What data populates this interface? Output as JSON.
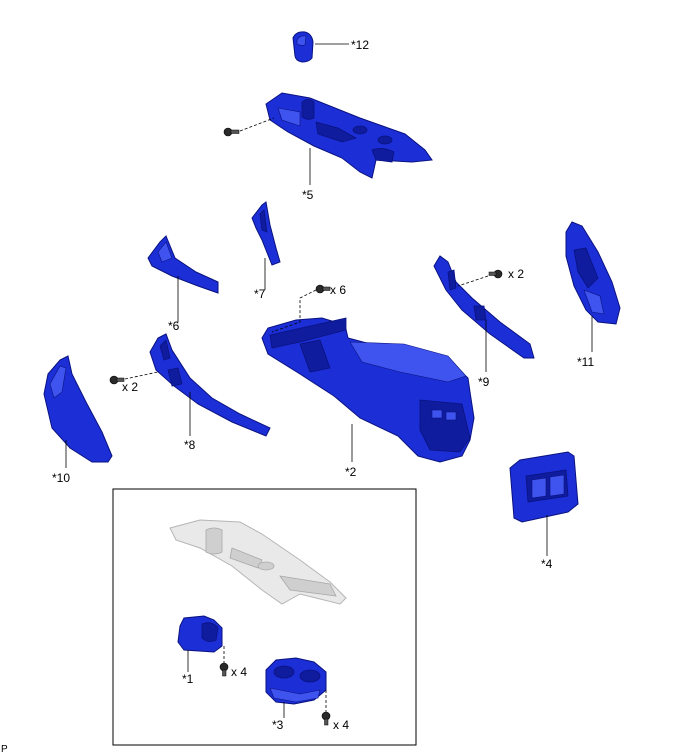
{
  "parts": {
    "p1": "*1",
    "p2": "*2",
    "p3": "*3",
    "p4": "*4",
    "p5": "*5",
    "p6": "*6",
    "p7": "*7",
    "p8": "*8",
    "p9": "*9",
    "p10": "*10",
    "p11": "*11",
    "p12": "*12"
  },
  "quantities": {
    "q_part2": "x 6",
    "q_part8": "x 2",
    "q_part9": "x 2",
    "q_part1": "x 4",
    "q_part3": "x 4"
  },
  "corner_code": "P",
  "colors": {
    "part_blue": "#1c2fd6",
    "reference_gray": "#e9e9e9"
  }
}
